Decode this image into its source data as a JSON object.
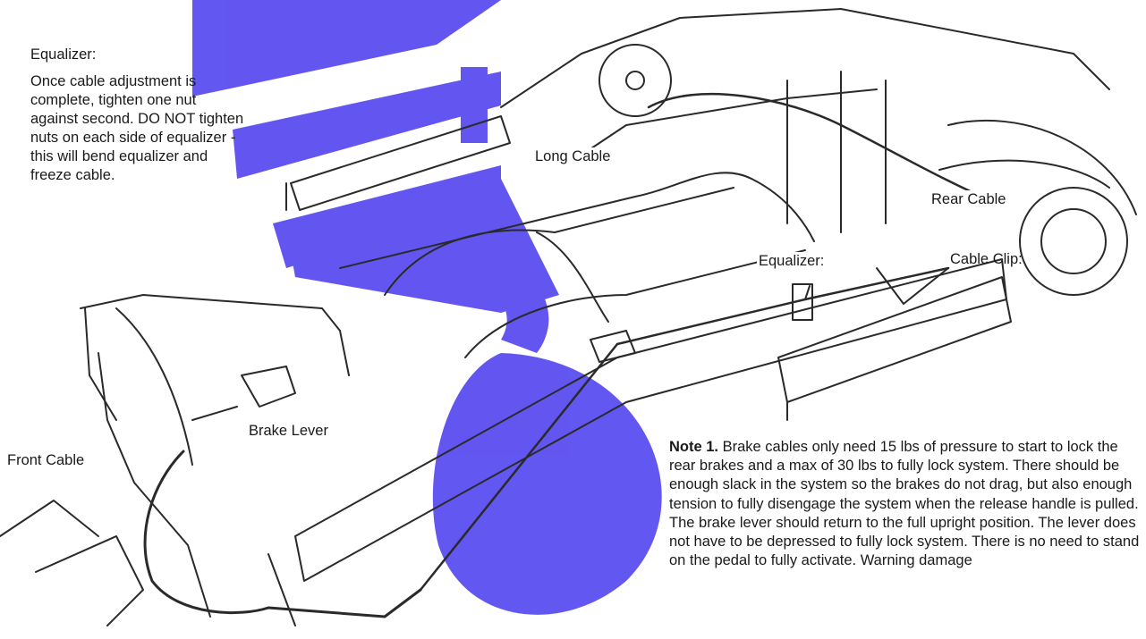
{
  "labels": {
    "equalizer_top": "Equalizer:",
    "equalizer_note": "Once cable adjustment is complete, tighten one nut against second. DO NOT tighten nuts on each side of equalizer - this will bend equalizer and freeze cable.",
    "long_cable": "Long Cable",
    "rear_cable": "Rear Cable",
    "equalizer_diagram": "Equalizer:",
    "cable_clip": "Cable Clip:",
    "brake_lever": "Brake Lever",
    "front_cable": "Front Cable"
  },
  "note1": {
    "heading": "Note 1.",
    "text": "Brake cables only need 15 lbs of pressure to start to lock the rear brakes and a max of 30 lbs to fully lock system. There should be enough slack in the system so the brakes do not drag, but also enough tension to fully disengage the system when the release handle is pulled. The brake lever should return to the full upright position. The lever does not have to be depressed to fully lock system. There is no need to stand on the pedal to fully activate. Warning damage"
  },
  "colors": {
    "watermark": "#5b4ef0",
    "line_art": "#2a2a2a"
  }
}
